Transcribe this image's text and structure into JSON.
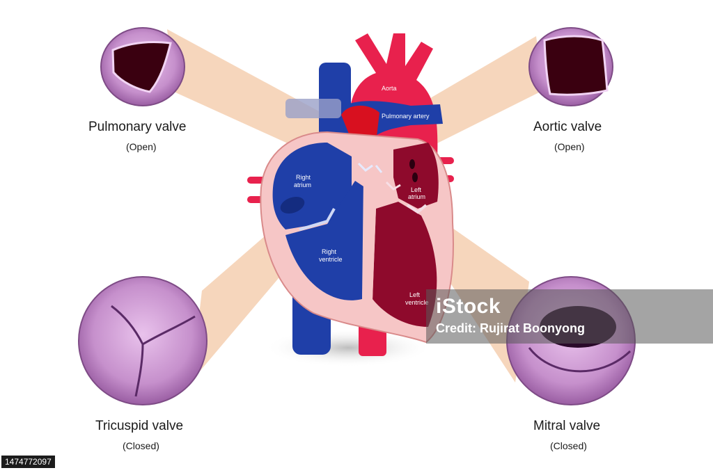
{
  "valves": {
    "pulmonary": {
      "title": "Pulmonary valve",
      "state": "(Open)"
    },
    "aortic": {
      "title": "Aortic valve",
      "state": "(Open)"
    },
    "tricuspid": {
      "title": "Tricuspid valve",
      "state": "(Closed)"
    },
    "mitral": {
      "title": "Mitral valve",
      "state": "(Closed)"
    }
  },
  "heart_labels": {
    "aorta": "Aorta",
    "pulmonary_artery": "Pulmonary artery",
    "right_atrium": [
      "Right",
      "atrium"
    ],
    "left_atrium": [
      "Left",
      "atrium"
    ],
    "right_ventricle": [
      "Right",
      "ventricle"
    ],
    "left_ventricle": [
      "Left",
      "ventricle"
    ]
  },
  "watermark": {
    "brand": "iStock",
    "credit": "Credit: Rujirat Boonyong"
  },
  "stock_id": "1474772097",
  "colors": {
    "deoxygenated": "#1f3fa8",
    "oxygenated": "#e8214d",
    "left_heart": "#8e0a2c",
    "pericardium": "#f6c6c6",
    "valve_tissue": "#d9a8dc",
    "connector": "#f5cfb0"
  }
}
